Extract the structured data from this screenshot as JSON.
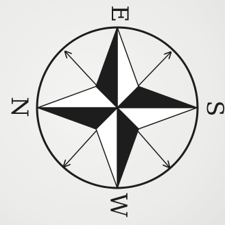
{
  "compass": {
    "labels": {
      "top": "E",
      "right": "S",
      "bottom": "W",
      "left": "N"
    },
    "colors": {
      "ink": "#1d1d1d",
      "background": "#ececea"
    }
  }
}
